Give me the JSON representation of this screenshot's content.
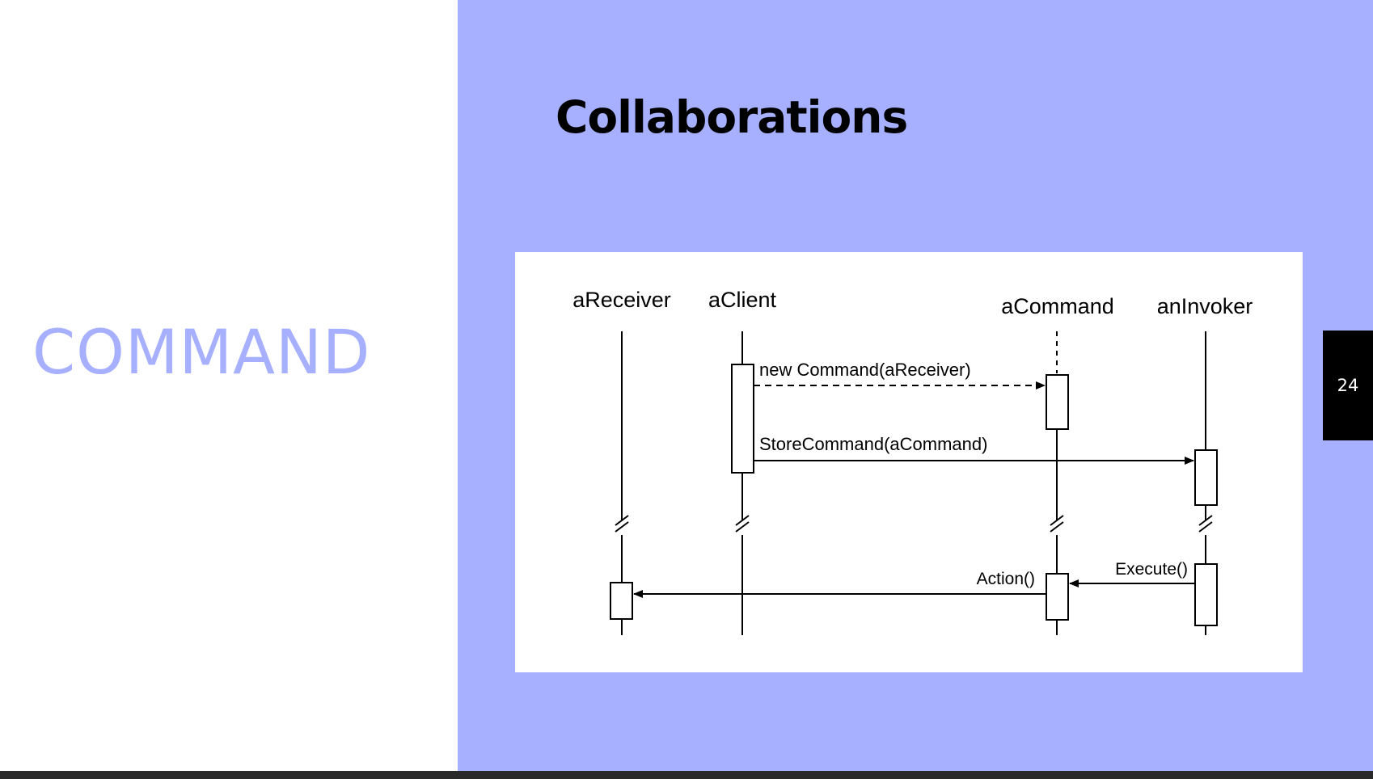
{
  "slide": {
    "section_title": "COMMAND",
    "title": "Collaborations",
    "page_number": "24"
  },
  "colors": {
    "accent": "#a6b0fe",
    "badge": "#000000",
    "bottom_bar": "#2a2a2a"
  },
  "diagram": {
    "type": "sequence",
    "participants": [
      "aReceiver",
      "aClient",
      "aCommand",
      "anInvoker"
    ],
    "messages": [
      {
        "label": "new Command(aReceiver)",
        "from": "aClient",
        "to": "aCommand",
        "style": "dashed"
      },
      {
        "label": "StoreCommand(aCommand)",
        "from": "aClient",
        "to": "anInvoker",
        "style": "solid"
      },
      {
        "label": "Execute()",
        "from": "anInvoker",
        "to": "aCommand",
        "style": "solid"
      },
      {
        "label": "Action()",
        "from": "aCommand",
        "to": "aReceiver",
        "style": "solid"
      }
    ]
  }
}
